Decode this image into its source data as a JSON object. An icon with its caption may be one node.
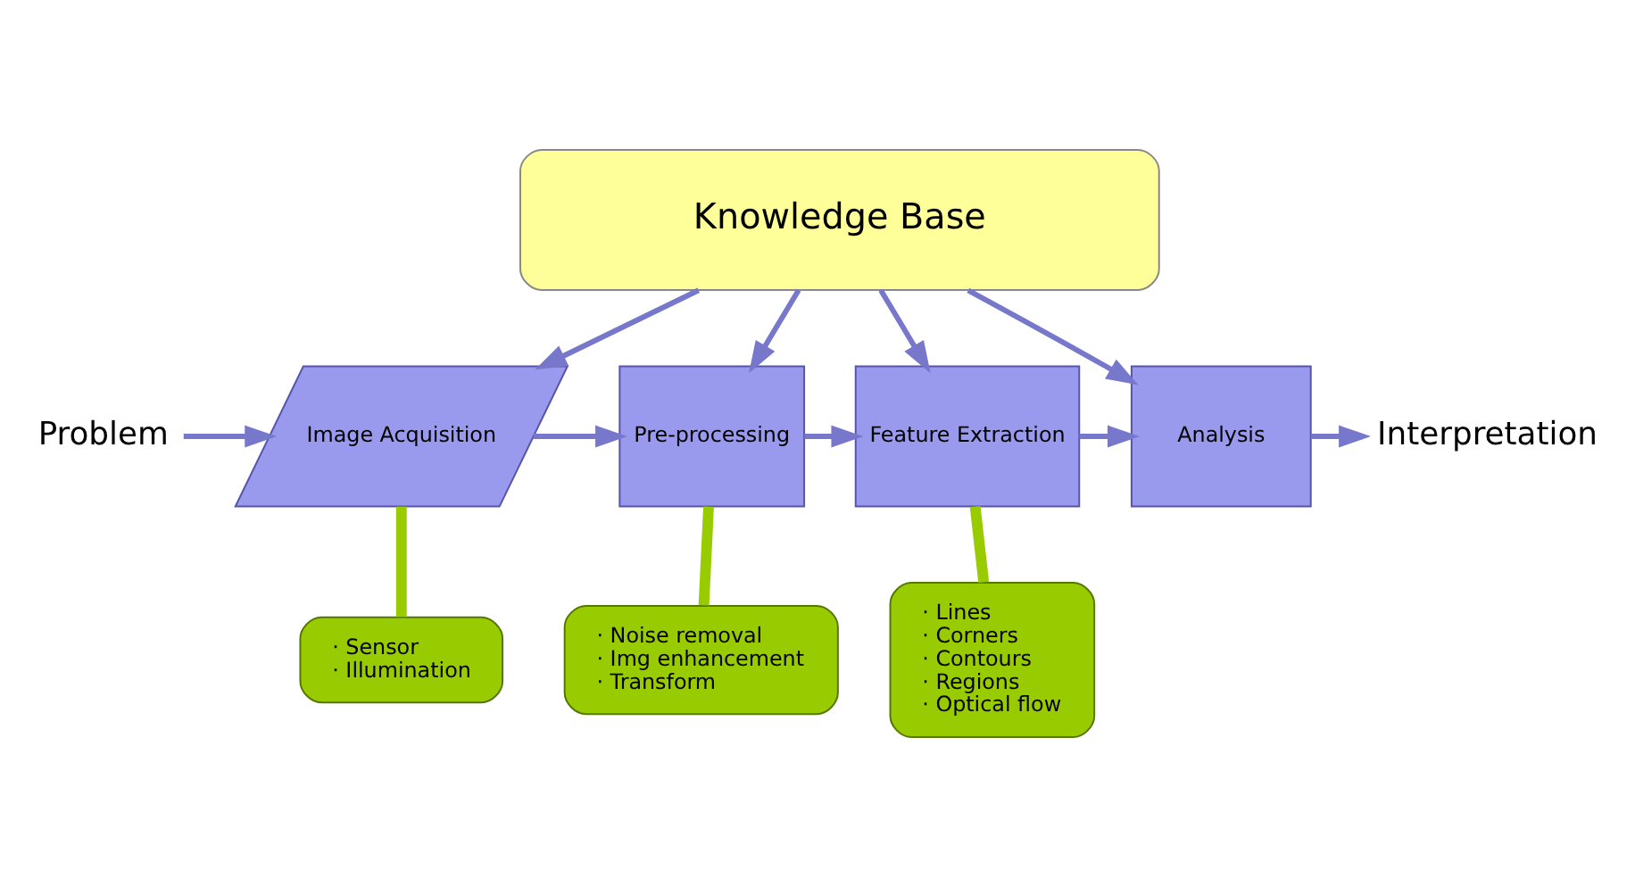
{
  "diagram": {
    "nodes": [
      {
        "text": [
          "Knowledge Base"
        ]
      },
      {
        "text": [
          "Problem"
        ]
      },
      {
        "text": [
          "Image Acquisition"
        ]
      },
      {
        "text": [
          "Pre-processing"
        ]
      },
      {
        "text": [
          "Feature Extraction"
        ]
      },
      {
        "text": [
          "Analysis"
        ]
      },
      {
        "text": [
          "Interpretation"
        ]
      },
      {
        "text": [
          "· Sensor",
          "· Illumination"
        ]
      },
      {
        "text": [
          "· Noise removal",
          "· Img enhancement",
          "· Transform"
        ]
      },
      {
        "text": [
          "· Lines",
          "· Corners",
          "· Contours",
          "· Regions",
          "· Optical flow"
        ]
      }
    ],
    "edges": [
      {
        "from": 1,
        "to": 2,
        "arrow": "to"
      },
      {
        "from": 2,
        "to": 3,
        "arrow": "to"
      },
      {
        "from": 3,
        "to": 4,
        "arrow": "to"
      },
      {
        "from": 4,
        "to": 5,
        "arrow": "to"
      },
      {
        "from": 5,
        "to": 6,
        "arrow": "to"
      },
      {
        "from": 0,
        "to": 2,
        "arrow": "to"
      },
      {
        "from": 0,
        "to": 3,
        "arrow": "to"
      },
      {
        "from": 0,
        "to": 4,
        "arrow": "to"
      },
      {
        "from": 0,
        "to": 5,
        "arrow": "to"
      },
      {
        "from": 7,
        "to": 2,
        "arrow": "none",
        "style": "thick",
        "color": "#99cc00"
      },
      {
        "from": 8,
        "to": 3,
        "arrow": "none",
        "style": "thick",
        "color": "#99cc00"
      },
      {
        "from": 9,
        "to": 4,
        "arrow": "none",
        "style": "thick",
        "color": "#99cc00"
      }
    ]
  }
}
